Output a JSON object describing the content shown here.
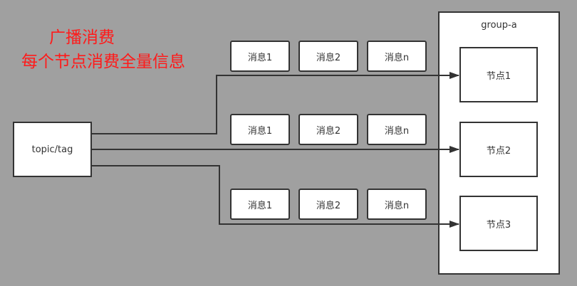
{
  "title": {
    "line1": "广播消费",
    "line2": "每个节点消费全量信息"
  },
  "source": {
    "label": "topic/tag"
  },
  "group": {
    "label": "group-a"
  },
  "nodes": [
    {
      "label": "节点1"
    },
    {
      "label": "节点2"
    },
    {
      "label": "节点3"
    }
  ],
  "message_rows": [
    {
      "messages": [
        "消息1",
        "消息2",
        "消息n"
      ]
    },
    {
      "messages": [
        "消息1",
        "消息2",
        "消息n"
      ]
    },
    {
      "messages": [
        "消息1",
        "消息2",
        "消息n"
      ]
    }
  ],
  "colors": {
    "background": "#a0a0a0",
    "title": "#ff1a1a",
    "stroke": "#333333",
    "box_fill": "#ffffff"
  }
}
